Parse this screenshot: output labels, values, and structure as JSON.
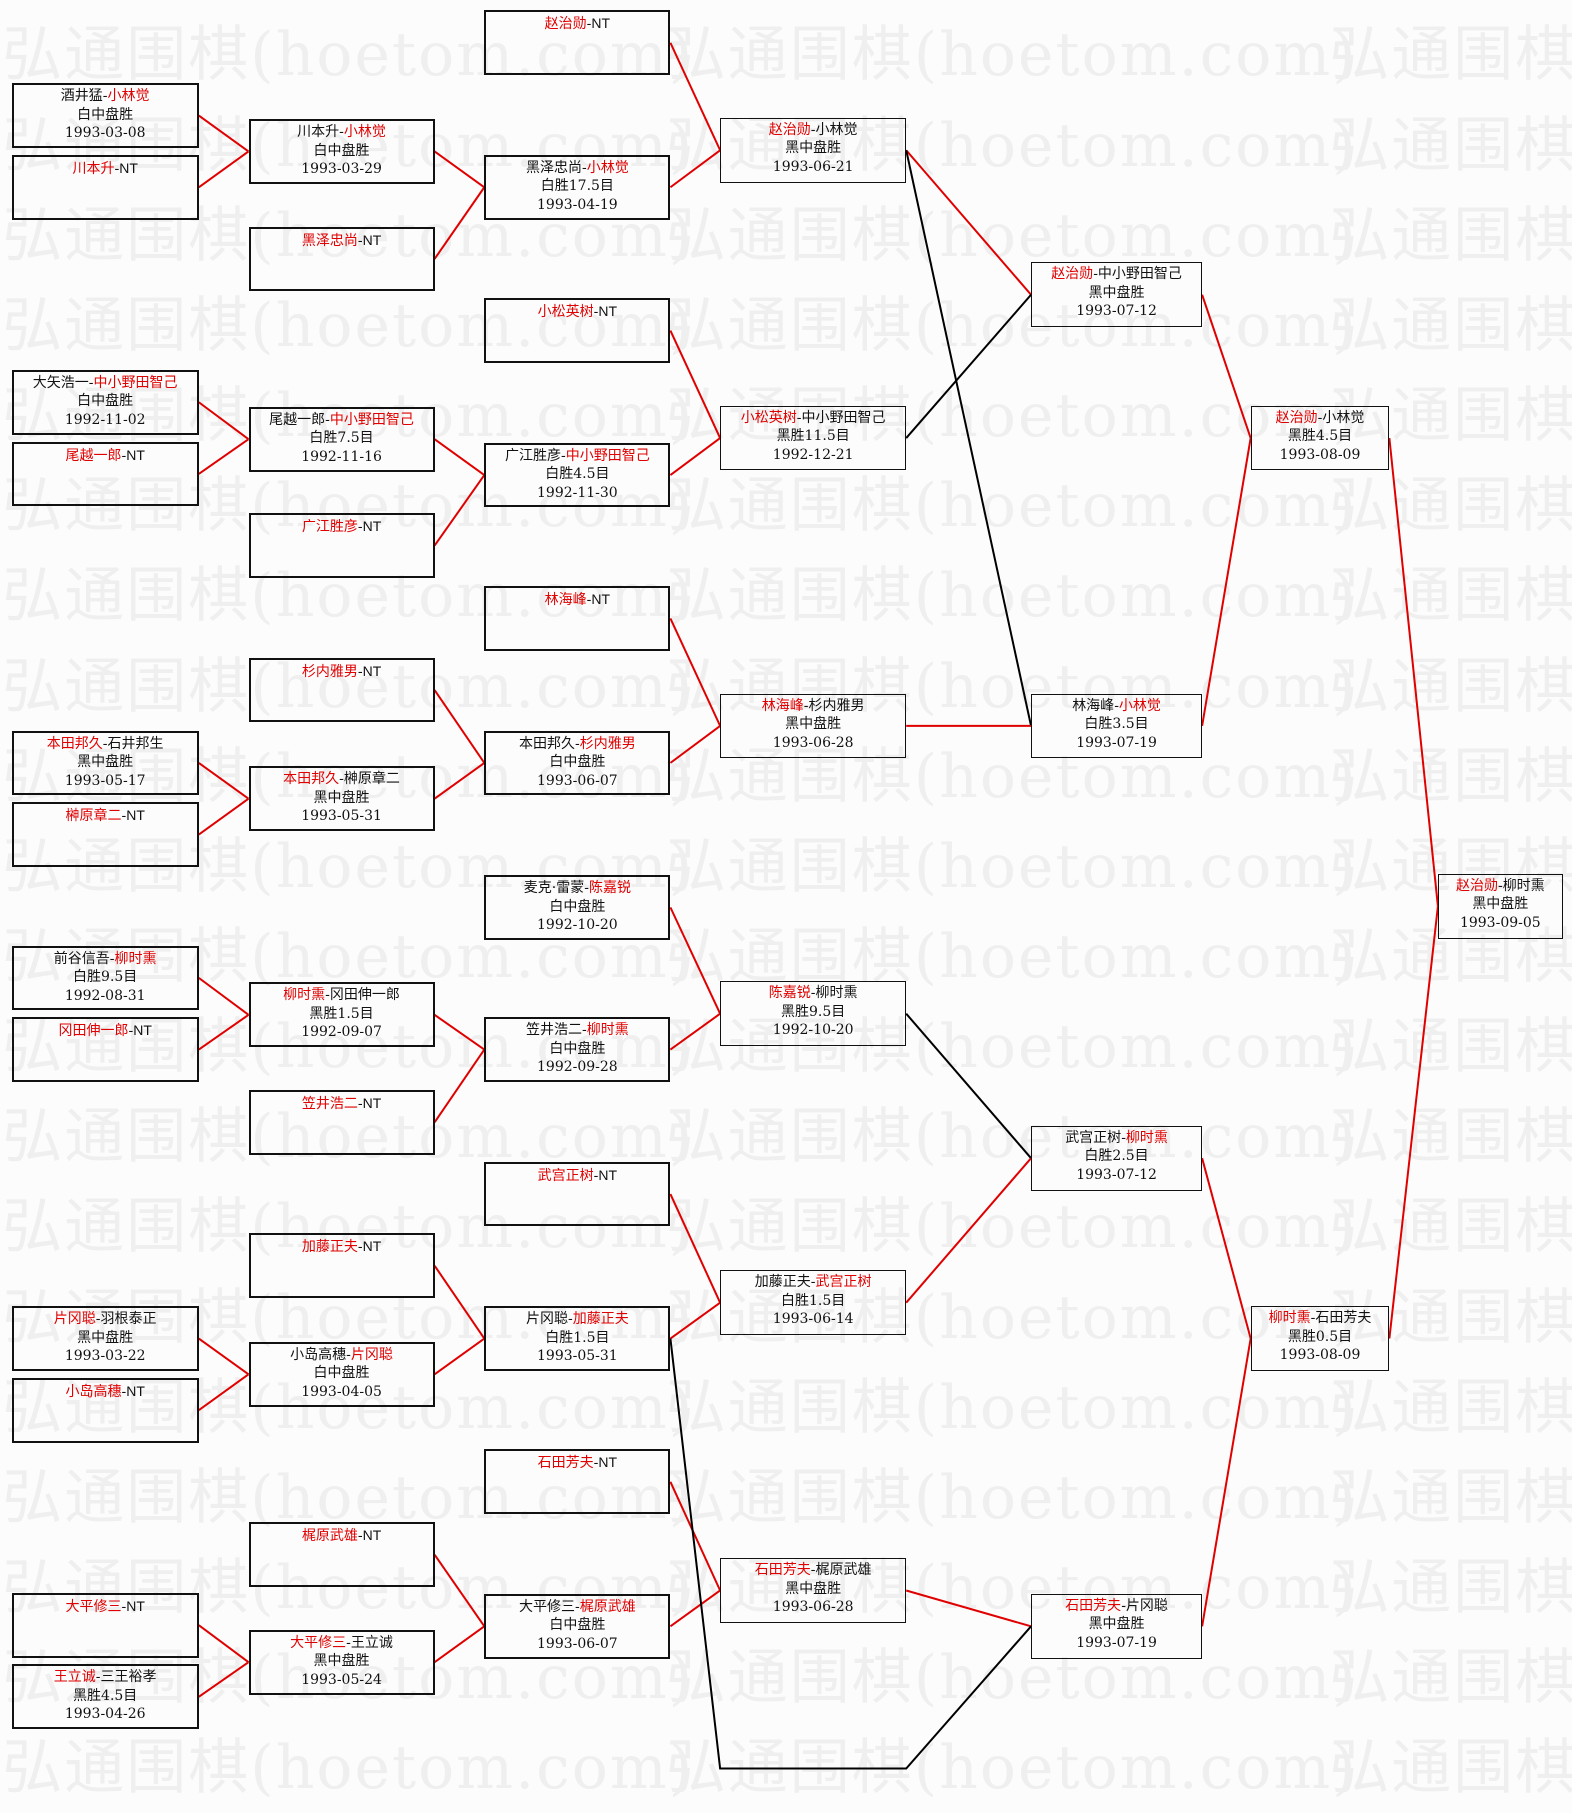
{
  "watermark": "弘通围棋(hoetom.com)",
  "bye_label": "NT",
  "colors": {
    "winner": "#e00000",
    "text": "#111111",
    "win_line": "#e00000",
    "loss_line": "#000000"
  },
  "matches": {
    "A1": {
      "p1": "酒井猛",
      "p2": "小林觉",
      "winner": 2,
      "result": "白中盘胜",
      "date": "1993-03-08"
    },
    "A2": {
      "p1": "川本升",
      "p2": "NT",
      "winner": 1
    },
    "A3": {
      "p1": "大矢浩一",
      "p2": "中小野田智己",
      "winner": 2,
      "result": "白中盘胜",
      "date": "1992-11-02"
    },
    "A4": {
      "p1": "尾越一郎",
      "p2": "NT",
      "winner": 1
    },
    "A5": {
      "p1": "本田邦久",
      "p2": "石井邦生",
      "winner": 1,
      "result": "黑中盘胜",
      "date": "1993-05-17"
    },
    "A6": {
      "p1": "榊原章二",
      "p2": "NT",
      "winner": 1
    },
    "A7": {
      "p1": "前谷信吾",
      "p2": "柳时熏",
      "winner": 2,
      "result": "白胜9.5目",
      "date": "1992-08-31"
    },
    "A8": {
      "p1": "冈田伸一郎",
      "p2": "NT",
      "winner": 1
    },
    "A9": {
      "p1": "片冈聪",
      "p2": "羽根泰正",
      "winner": 1,
      "result": "黑中盘胜",
      "date": "1993-03-22"
    },
    "A10": {
      "p1": "小岛高穗",
      "p2": "NT",
      "winner": 1
    },
    "A11": {
      "p1": "大平修三",
      "p2": "NT",
      "winner": 1
    },
    "A12": {
      "p1": "王立诚",
      "p2": "三王裕孝",
      "winner": 1,
      "result": "黑胜4.5目",
      "date": "1993-04-26"
    },
    "B1": {
      "p1": "川本升",
      "p2": "小林觉",
      "winner": 2,
      "result": "白中盘胜",
      "date": "1993-03-29"
    },
    "B2": {
      "p1": "黑泽忠尚",
      "p2": "NT",
      "winner": 1
    },
    "B3": {
      "p1": "尾越一郎",
      "p2": "中小野田智己",
      "winner": 2,
      "result": "白胜7.5目",
      "date": "1992-11-16"
    },
    "B4": {
      "p1": "广江胜彦",
      "p2": "NT",
      "winner": 1
    },
    "B5": {
      "p1": "杉内雅男",
      "p2": "NT",
      "winner": 1
    },
    "B6": {
      "p1": "本田邦久",
      "p2": "榊原章二",
      "winner": 1,
      "result": "黑中盘胜",
      "date": "1993-05-31"
    },
    "B7": {
      "p1": "柳时熏",
      "p2": "冈田伸一郎",
      "winner": 1,
      "result": "黑胜1.5目",
      "date": "1992-09-07"
    },
    "B8": {
      "p1": "笠井浩二",
      "p2": "NT",
      "winner": 1
    },
    "B9": {
      "p1": "加藤正夫",
      "p2": "NT",
      "winner": 1
    },
    "B10": {
      "p1": "小岛高穗",
      "p2": "片冈聪",
      "winner": 2,
      "result": "白中盘胜",
      "date": "1993-04-05"
    },
    "B11": {
      "p1": "梶原武雄",
      "p2": "NT",
      "winner": 1
    },
    "B12": {
      "p1": "大平修三",
      "p2": "王立诚",
      "winner": 1,
      "result": "黑中盘胜",
      "date": "1993-05-24"
    },
    "C1": {
      "p1": "赵治勋",
      "p2": "NT",
      "winner": 1
    },
    "C2": {
      "p1": "黑泽忠尚",
      "p2": "小林觉",
      "winner": 2,
      "result": "白胜17.5目",
      "date": "1993-04-19"
    },
    "C3": {
      "p1": "小松英树",
      "p2": "NT",
      "winner": 1
    },
    "C4": {
      "p1": "广江胜彦",
      "p2": "中小野田智己",
      "winner": 2,
      "result": "白胜4.5目",
      "date": "1992-11-30"
    },
    "C5": {
      "p1": "林海峰",
      "p2": "NT",
      "winner": 1
    },
    "C6": {
      "p1": "本田邦久",
      "p2": "杉内雅男",
      "winner": 2,
      "result": "白中盘胜",
      "date": "1993-06-07"
    },
    "C7": {
      "p1": "麦克·雷蒙",
      "p2": "陈嘉锐",
      "winner": 2,
      "result": "白中盘胜",
      "date": "1992-10-20"
    },
    "C8": {
      "p1": "笠井浩二",
      "p2": "柳时熏",
      "winner": 2,
      "result": "白中盘胜",
      "date": "1992-09-28"
    },
    "C9": {
      "p1": "武宫正树",
      "p2": "NT",
      "winner": 1
    },
    "C10": {
      "p1": "片冈聪",
      "p2": "加藤正夫",
      "winner": 2,
      "result": "白胜1.5目",
      "date": "1993-05-31"
    },
    "C11": {
      "p1": "石田芳夫",
      "p2": "NT",
      "winner": 1
    },
    "C12": {
      "p1": "大平修三",
      "p2": "梶原武雄",
      "winner": 2,
      "result": "白中盘胜",
      "date": "1993-06-07"
    },
    "D1": {
      "p1": "赵治勋",
      "p2": "小林觉",
      "winner": 1,
      "result": "黑中盘胜",
      "date": "1993-06-21"
    },
    "D2": {
      "p1": "小松英树",
      "p2": "中小野田智己",
      "winner": 1,
      "result": "黑胜11.5目",
      "date": "1992-12-21"
    },
    "D3": {
      "p1": "林海峰",
      "p2": "杉内雅男",
      "winner": 1,
      "result": "黑中盘胜",
      "date": "1993-06-28"
    },
    "D4": {
      "p1": "陈嘉锐",
      "p2": "柳时熏",
      "winner": 1,
      "result": "黑胜9.5目",
      "date": "1992-10-20"
    },
    "D5": {
      "p1": "加藤正夫",
      "p2": "武宫正树",
      "winner": 2,
      "result": "白胜1.5目",
      "date": "1993-06-14"
    },
    "D6": {
      "p1": "石田芳夫",
      "p2": "梶原武雄",
      "winner": 1,
      "result": "黑中盘胜",
      "date": "1993-06-28"
    },
    "E1": {
      "p1": "赵治勋",
      "p2": "中小野田智己",
      "winner": 1,
      "result": "黑中盘胜",
      "date": "1993-07-12"
    },
    "E2": {
      "p1": "林海峰",
      "p2": "小林觉",
      "winner": 2,
      "result": "白胜3.5目",
      "date": "1993-07-19"
    },
    "E3": {
      "p1": "武宫正树",
      "p2": "柳时熏",
      "winner": 2,
      "result": "白胜2.5目",
      "date": "1993-07-12"
    },
    "E4": {
      "p1": "石田芳夫",
      "p2": "片冈聪",
      "winner": 1,
      "result": "黑中盘胜",
      "date": "1993-07-19"
    },
    "F1": {
      "p1": "赵治勋",
      "p2": "小林觉",
      "winner": 1,
      "result": "黑胜4.5目",
      "date": "1993-08-09"
    },
    "F2": {
      "p1": "柳时熏",
      "p2": "石田芳夫",
      "winner": 1,
      "result": "黑胜0.5目",
      "date": "1993-08-09"
    },
    "G1": {
      "p1": "赵治勋",
      "p2": "柳时熏",
      "winner": 1,
      "result": "黑中盘胜",
      "date": "1993-09-05"
    }
  }
}
